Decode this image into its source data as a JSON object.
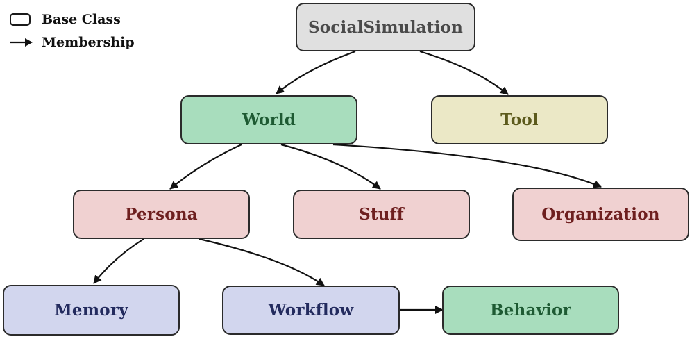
{
  "legend": {
    "base_class_label": "Base Class",
    "membership_label": "Membership"
  },
  "nodes": {
    "socialsimulation": {
      "label": "SocialSimulation",
      "fill": "#e0e0e0",
      "text_color": "#4a4a4a"
    },
    "world": {
      "label": "World",
      "fill": "#a8ddbd",
      "text_color": "#1e5a33"
    },
    "tool": {
      "label": "Tool",
      "fill": "#ebe8c6",
      "text_color": "#5c5a1c"
    },
    "persona": {
      "label": "Persona",
      "fill": "#f0d1d1",
      "text_color": "#6e1f1f"
    },
    "stuff": {
      "label": "Stuff",
      "fill": "#f0d1d1",
      "text_color": "#6e1f1f"
    },
    "organization": {
      "label": "Organization",
      "fill": "#f0d1d1",
      "text_color": "#6e1f1f"
    },
    "memory": {
      "label": "Memory",
      "fill": "#d2d6ee",
      "text_color": "#232b5e"
    },
    "workflow": {
      "label": "Workflow",
      "fill": "#d2d6ee",
      "text_color": "#232b5e"
    },
    "behavior": {
      "label": "Behavior",
      "fill": "#a8ddbd",
      "text_color": "#1e5a33"
    }
  },
  "edges": [
    {
      "from": "socialsimulation",
      "to": "world"
    },
    {
      "from": "socialsimulation",
      "to": "tool"
    },
    {
      "from": "world",
      "to": "persona"
    },
    {
      "from": "world",
      "to": "stuff"
    },
    {
      "from": "world",
      "to": "organization"
    },
    {
      "from": "persona",
      "to": "memory"
    },
    {
      "from": "persona",
      "to": "workflow"
    },
    {
      "from": "workflow",
      "to": "behavior"
    }
  ]
}
